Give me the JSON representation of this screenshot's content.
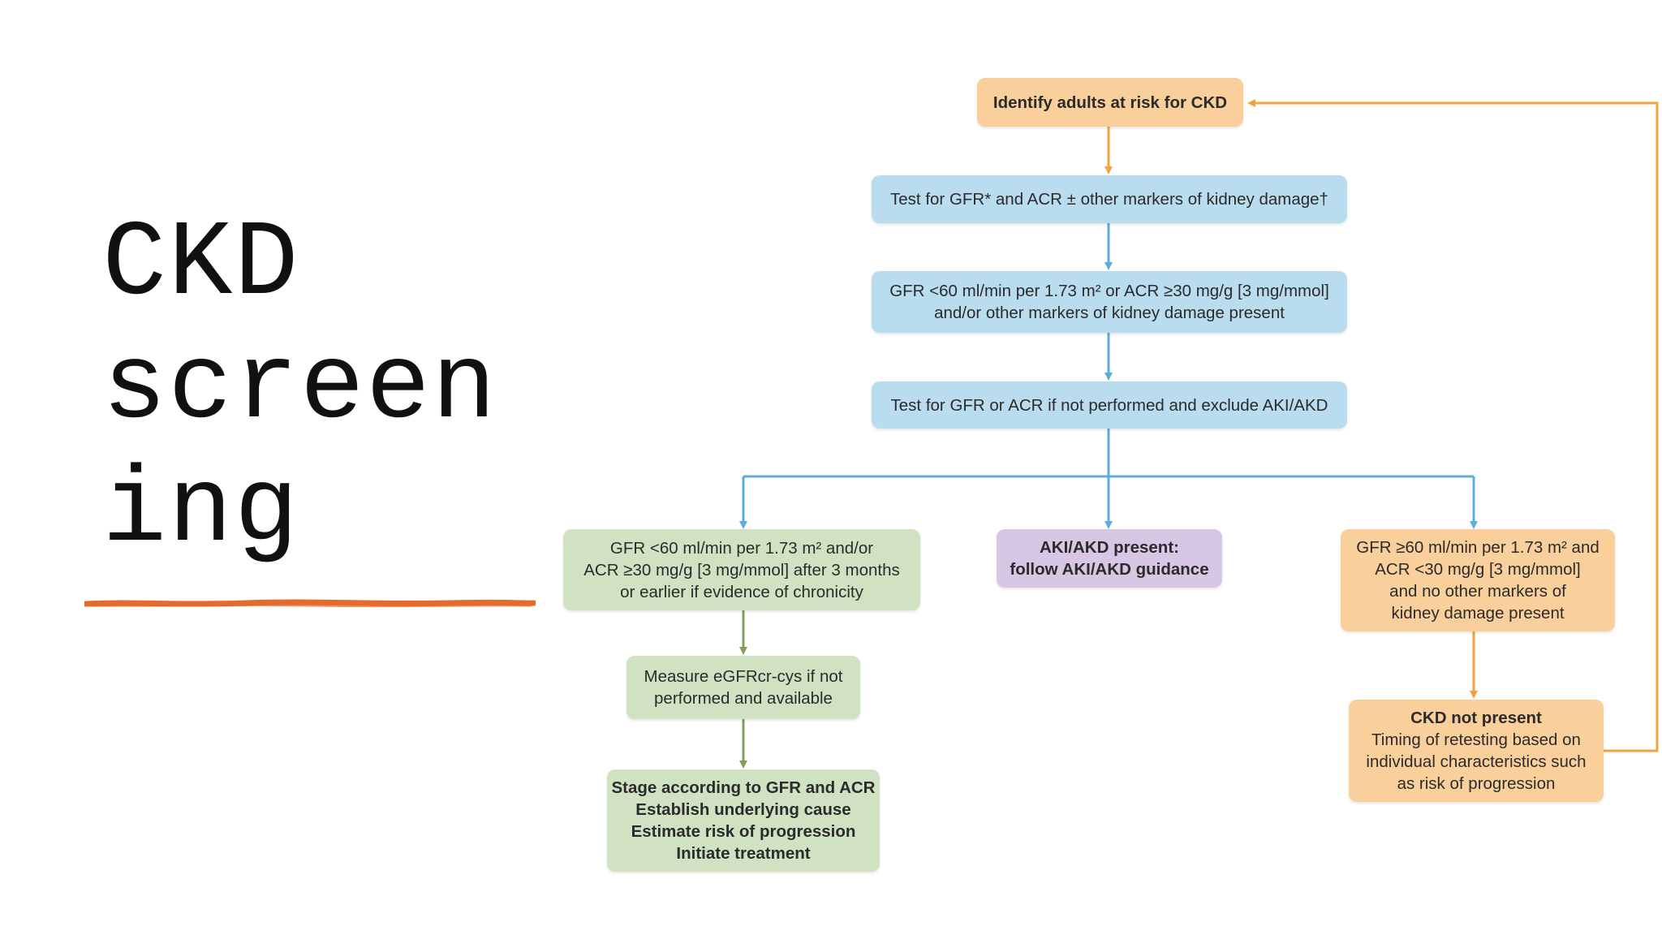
{
  "title_lines": [
    "CKD",
    "screen",
    "ing"
  ],
  "colors": {
    "orange_box": "#f9cf9c",
    "blue_box": "#b9dcef",
    "green_box": "#d1e2c2",
    "purple_box": "#d8c7e4",
    "orange_arrow": "#f0a33e",
    "blue_arrow": "#5aaed9",
    "green_arrow": "#7ea25e",
    "underline": "#e66a2c"
  },
  "flowchart": {
    "identify": "Identify adults at risk for CKD",
    "test_gfr_acr": "Test for GFR* and ACR ± other markers of kidney damage†",
    "gfr_lt60": {
      "line1": "GFR <60 ml/min per 1.73 m² or ACR ≥30 mg/g [3 mg/mmol]",
      "line2": "and/or other markers of kidney damage present"
    },
    "exclude_aki": "Test for GFR or ACR if not performed and exclude AKI/AKD",
    "chronic": {
      "line1": "GFR <60 ml/min per 1.73 m² and/or",
      "line2": "ACR ≥30 mg/g [3 mg/mmol] after 3 months",
      "line3": "or earlier if evidence of chronicity"
    },
    "aki": {
      "line1": "AKI/AKD present:",
      "line2": "follow AKI/AKD guidance"
    },
    "normal": {
      "line1": "GFR ≥60 ml/min per 1.73 m² and",
      "line2": "ACR <30 mg/g [3 mg/mmol]",
      "line3": "and no other markers of",
      "line4": "kidney damage present"
    },
    "measure_egfr": {
      "line1": "Measure eGFRcr-cys if not",
      "line2": "performed and available"
    },
    "stage": {
      "line1": "Stage according to GFR and ACR",
      "line2": "Establish underlying cause",
      "line3": "Estimate risk of progression",
      "line4": "Initiate treatment"
    },
    "not_present": {
      "line1": "CKD not present",
      "line2": "Timing of retesting based on",
      "line3": "individual characteristics such",
      "line4": "as risk of progression"
    }
  }
}
